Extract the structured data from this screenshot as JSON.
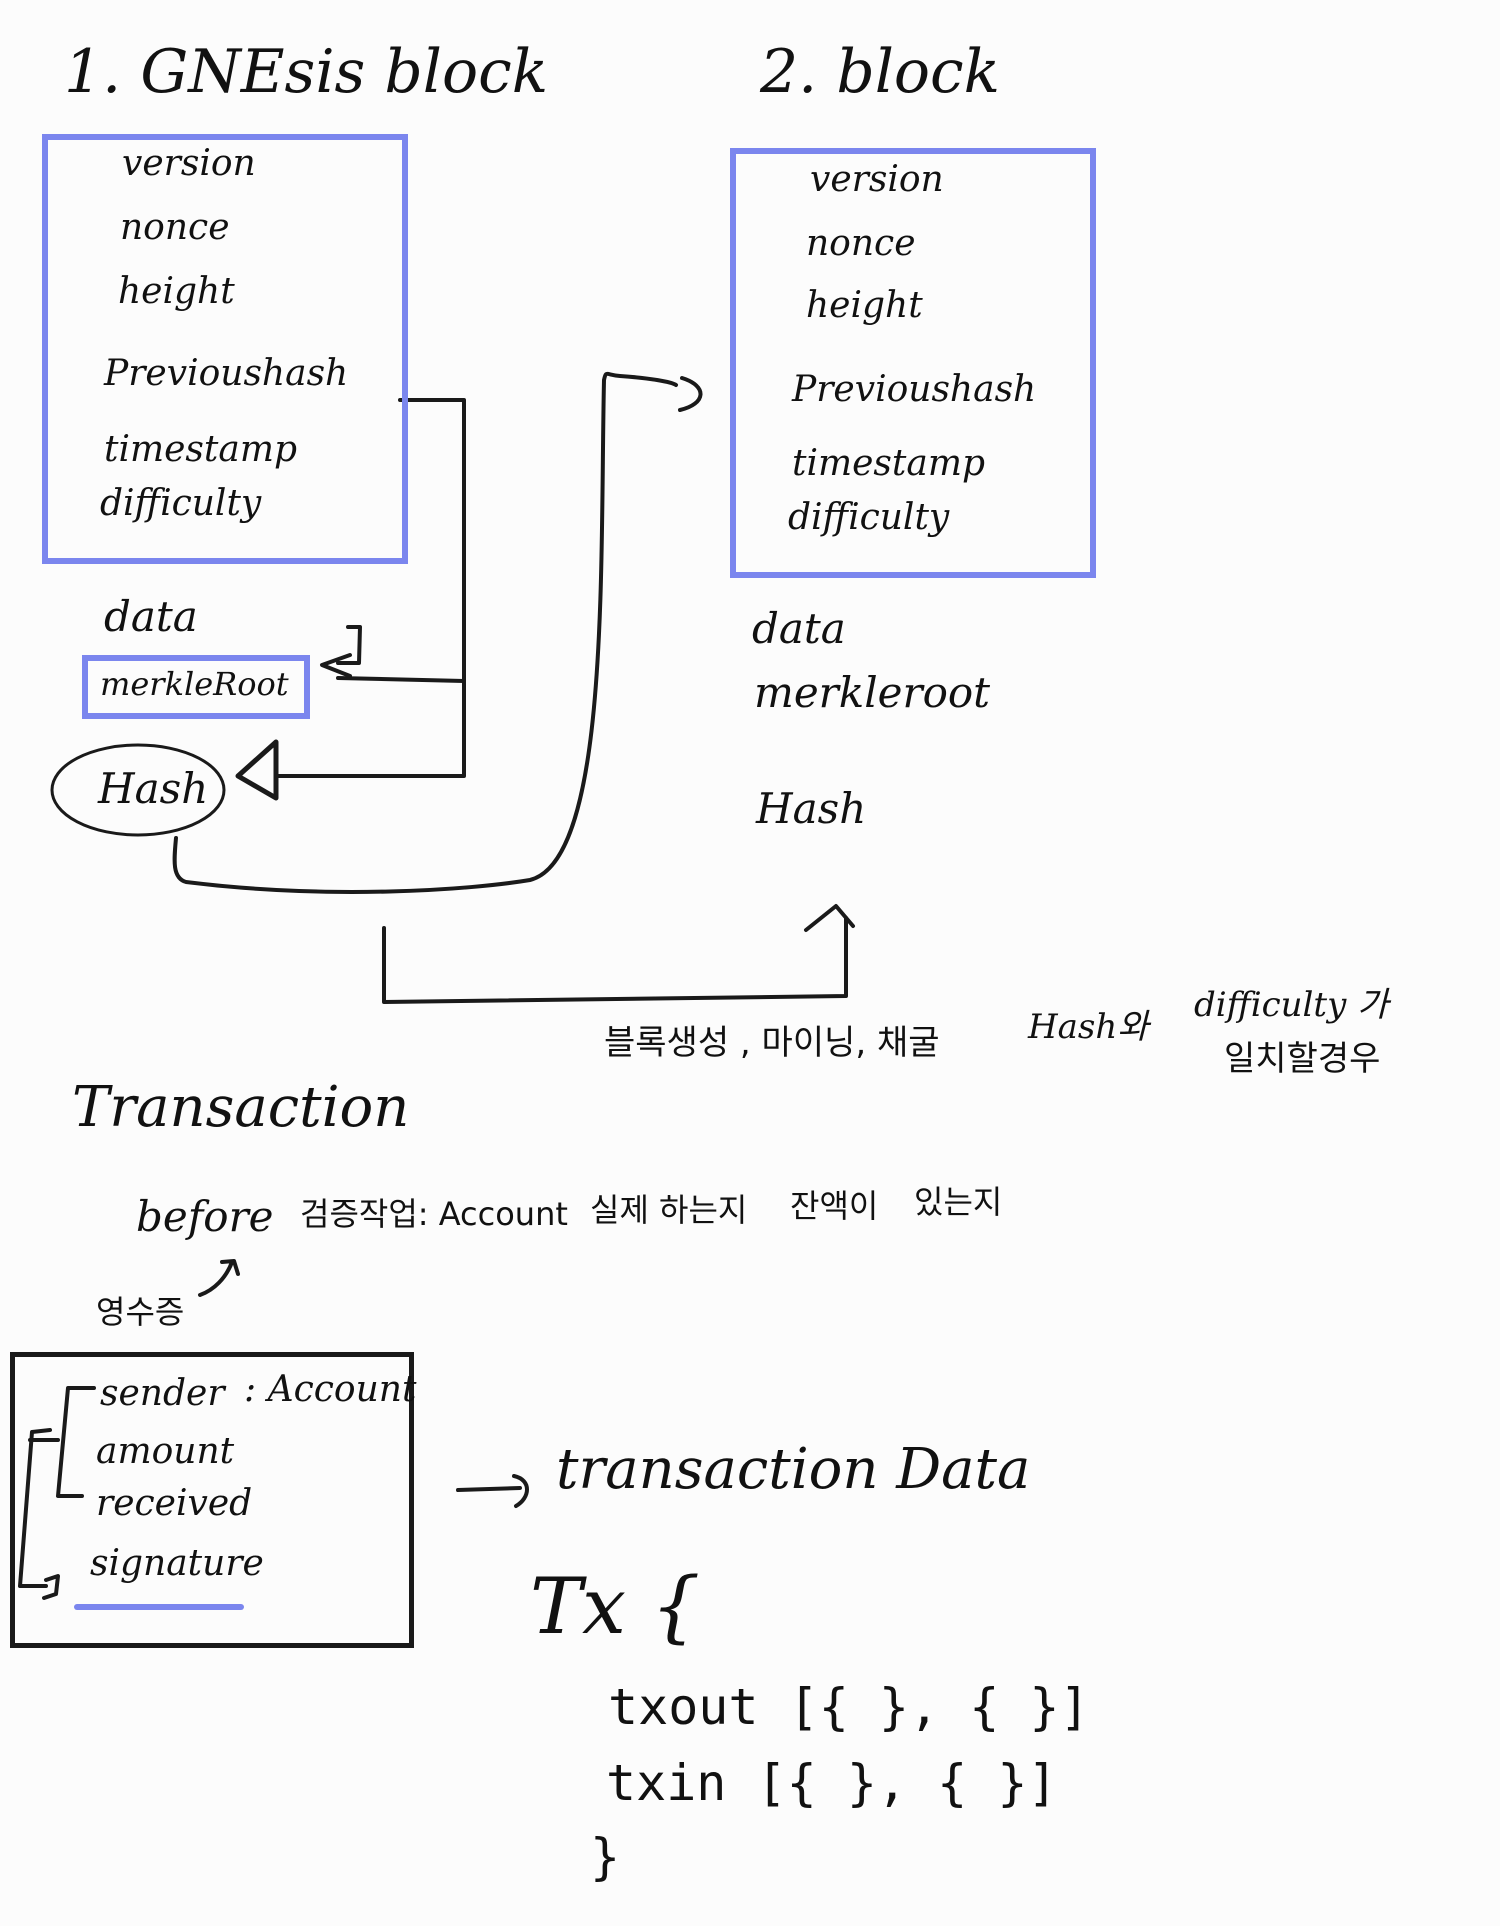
{
  "genesis": {
    "title": "1. GNEsis block",
    "fields": [
      "version",
      "nonce",
      "height",
      "Previoushash",
      "timestamp",
      "difficulty"
    ],
    "data_label": "data",
    "merkle_label": "merkleRoot",
    "hash_label": "Hash"
  },
  "block2": {
    "title": "2. block",
    "fields": [
      "version",
      "nonce",
      "height",
      "Previoushash",
      "timestamp",
      "difficulty"
    ],
    "data_label": "data",
    "merkle_label": "merkleroot",
    "hash_label": "Hash"
  },
  "mining_note": {
    "part1": "블록생성 , 마이닝, 채굴",
    "part2": "Hash와",
    "part3_line1": "difficulty 가",
    "part3_line2": "일치할경우"
  },
  "transaction": {
    "title": "Transaction",
    "before_label": "before",
    "verify_note": {
      "lead": "검증작업: Account",
      "exists": "실제 하는지",
      "balance": "잔액이",
      "has": "있는지"
    },
    "receipt_label": "영수증",
    "receipt_fields": {
      "sender": "sender",
      "sender_type": ": Account",
      "amount": "amount",
      "received": "received",
      "signature": "signature"
    },
    "tx_data_label": "transaction Data",
    "code": {
      "open": "Tx {",
      "txout": "txout [{ }, { }]",
      "txin": "txin [{ }, { }]",
      "close": "}"
    }
  },
  "colors": {
    "accent_blue": "#7b86ee",
    "ink": "#111111"
  }
}
